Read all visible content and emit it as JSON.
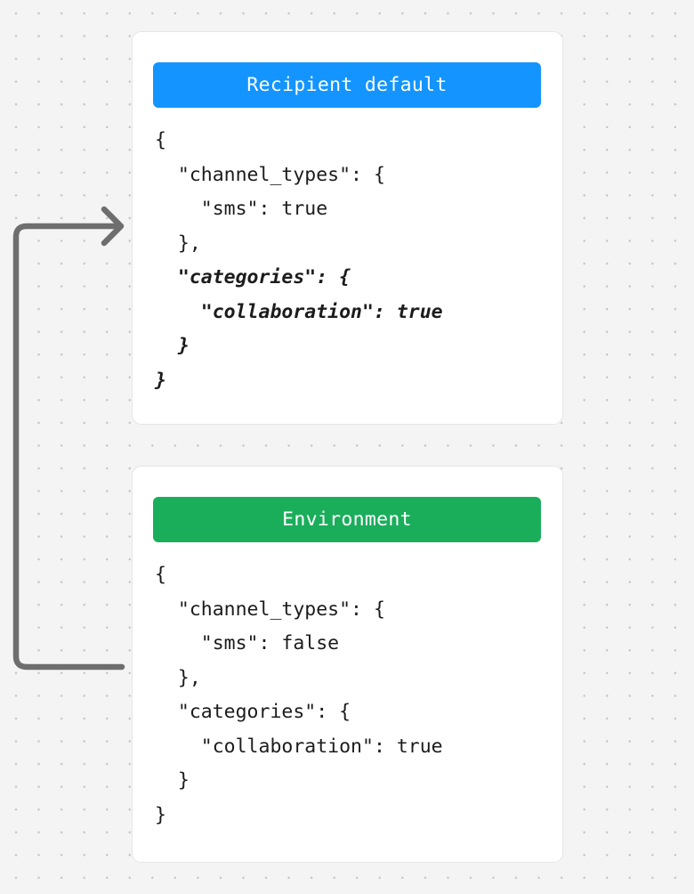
{
  "canvas": {
    "background_color": "#f4f4f4",
    "grid": "dot-grid",
    "grid_dot_color": "#c7c7c7"
  },
  "connector": {
    "name": "merge-arrow",
    "color": "#6e6e6e",
    "direction": "from-environment-card-to-recipient-default-card",
    "label": ""
  },
  "cards": [
    {
      "id": "recipient-default",
      "header": {
        "title": "Recipient default",
        "color": "#1494ff"
      },
      "code_lines": [
        {
          "text": "{",
          "emphasis": false
        },
        {
          "text": "  \"channel_types\": {",
          "emphasis": false
        },
        {
          "text": "    \"sms\": true",
          "emphasis": false
        },
        {
          "text": "  },",
          "emphasis": false
        },
        {
          "text": "  \"categories\": {",
          "emphasis": true
        },
        {
          "text": "    \"collaboration\": true",
          "emphasis": true
        },
        {
          "text": "  }",
          "emphasis": true
        },
        {
          "text": "}",
          "emphasis": true
        }
      ]
    },
    {
      "id": "environment",
      "header": {
        "title": "Environment",
        "color": "#1aae5b"
      },
      "code_lines": [
        {
          "text": "{",
          "emphasis": false
        },
        {
          "text": "  \"channel_types\": {",
          "emphasis": false
        },
        {
          "text": "    \"sms\": false",
          "emphasis": false
        },
        {
          "text": "  },",
          "emphasis": false
        },
        {
          "text": "  \"categories\": {",
          "emphasis": false
        },
        {
          "text": "    \"collaboration\": true",
          "emphasis": false
        },
        {
          "text": "  }",
          "emphasis": false
        },
        {
          "text": "}",
          "emphasis": false
        }
      ]
    }
  ]
}
